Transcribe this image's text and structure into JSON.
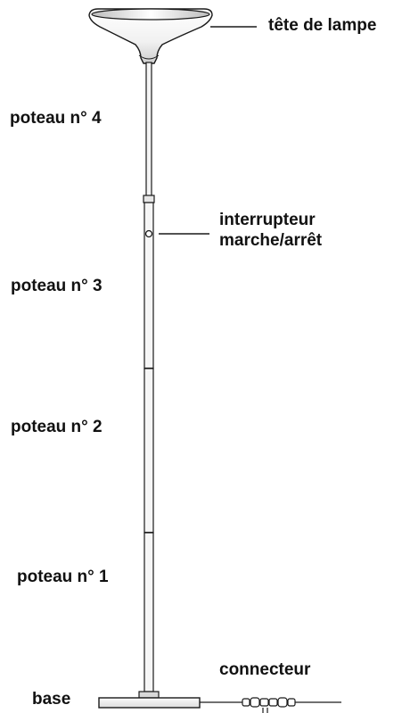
{
  "labels": {
    "lamp_head": "tête de lampe",
    "pole_4": "poteau n° 4",
    "switch_line1": "interrupteur",
    "switch_line2": "marche/arrêt",
    "pole_3": "poteau n° 3",
    "pole_2": "poteau n° 2",
    "pole_1": "poteau n° 1",
    "connector": "connecteur",
    "base": "base"
  },
  "colors": {
    "stroke": "#1a1a1a",
    "text": "#111111",
    "shade_light": "#f4f4f4",
    "shade_mid": "#d9d9d9"
  }
}
